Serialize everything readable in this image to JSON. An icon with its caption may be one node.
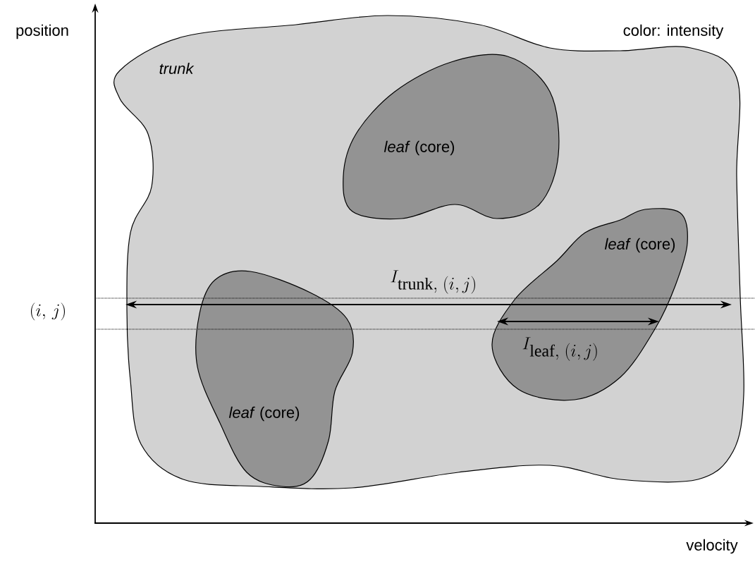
{
  "diagram": {
    "nodes": [
      {
        "text": [
          "trunk"
        ]
      },
      {
        "text": [
          "*leaf* (core)"
        ],
        "in": 0
      },
      {
        "text": [
          "*leaf* (core)"
        ],
        "in": 0
      },
      {
        "text": [
          "*leaf* (core)"
        ],
        "in": 0
      }
    ],
    "labels": [
      "position",
      "color: intensity",
      "I_{\\mathrm{trunk},\\;(i,\\,j)}",
      "(i,\\,j)",
      "I_{\\mathrm{leaf},\\;(i,\\,j)}",
      "velocity"
    ]
  }
}
